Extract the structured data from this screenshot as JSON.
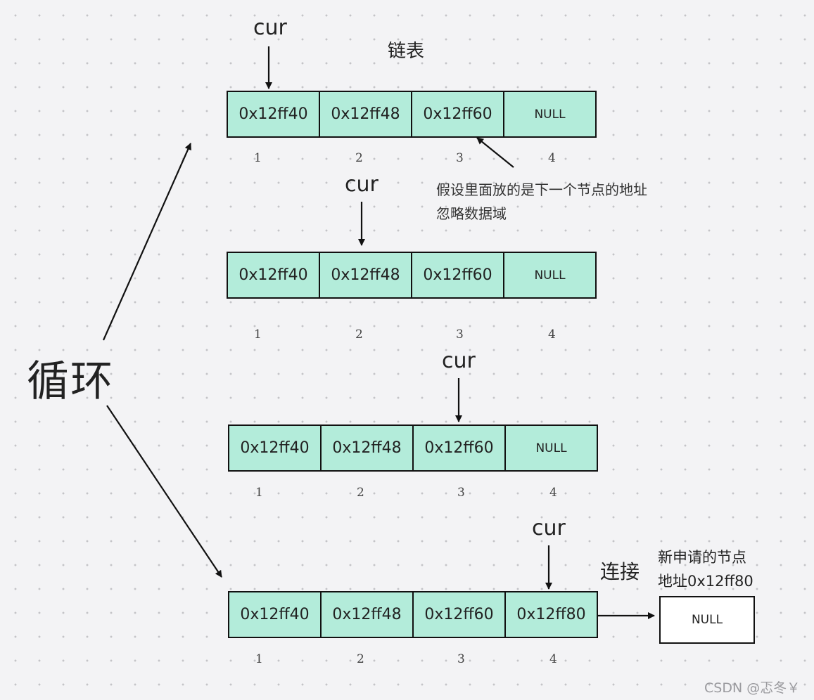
{
  "title": "链表",
  "loop_label": "循环",
  "cur_label": "cur",
  "annotation": {
    "line1": "假设里面放的是下一个节点的地址",
    "line2": "忽略数据域"
  },
  "connect_label": "连接",
  "new_node": {
    "note_line1": "新申请的节点",
    "note_line2": "地址0x12ff80",
    "value": "NULL"
  },
  "indices": [
    "1",
    "2",
    "3",
    "4"
  ],
  "rows": [
    {
      "cells": [
        "0x12ff40",
        "0x12ff48",
        "0x12ff60",
        "NULL"
      ]
    },
    {
      "cells": [
        "0x12ff40",
        "0x12ff48",
        "0x12ff60",
        "NULL"
      ]
    },
    {
      "cells": [
        "0x12ff40",
        "0x12ff48",
        "0x12ff60",
        "NULL"
      ]
    },
    {
      "cells": [
        "0x12ff40",
        "0x12ff48",
        "0x12ff60",
        "0x12ff80"
      ]
    }
  ],
  "watermark": "CSDN @忑冬￥",
  "colors": {
    "cell_fill": "#b3ecda",
    "new_node_fill": "#ffffff",
    "background": "#f3f3f5"
  }
}
